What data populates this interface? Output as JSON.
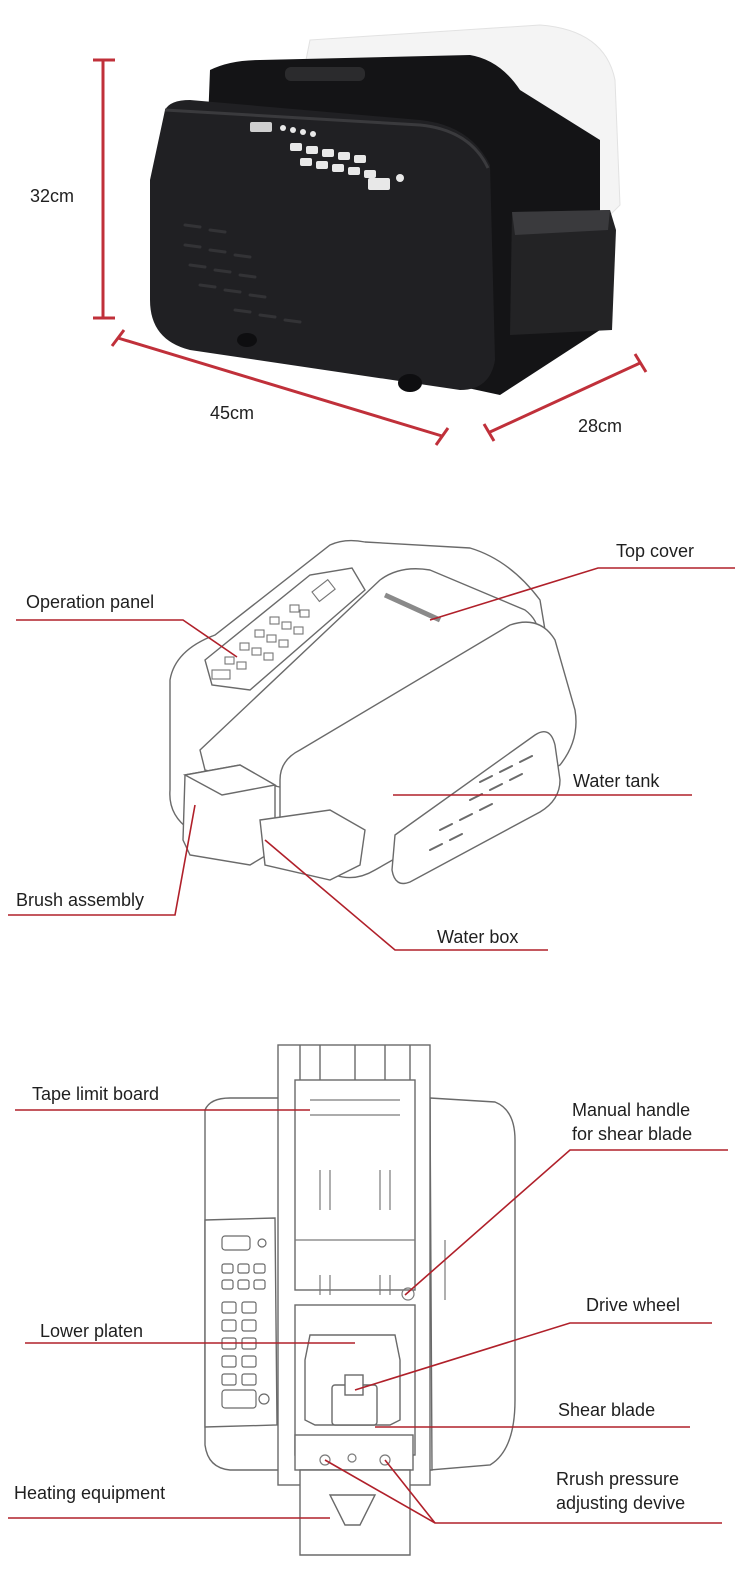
{
  "dimensions": {
    "height": "32cm",
    "length": "45cm",
    "depth": "28cm"
  },
  "side_view": {
    "labels": {
      "top_cover": "Top cover",
      "operation_panel": "Operation panel",
      "water_tank": "Water tank",
      "brush_assembly": "Brush assembly",
      "water_box": "Water box"
    }
  },
  "top_view": {
    "labels": {
      "tape_limit_board": "Tape limit board",
      "manual_handle": "Manual handle\nfor shear blade",
      "drive_wheel": "Drive wheel",
      "lower_platen": "Lower platen",
      "shear_blade": "Shear blade",
      "heating_equipment": "Heating equipment",
      "brush_pressure": "Rrush pressure\nadjusting devive"
    }
  },
  "colors": {
    "leader": "#b0202a",
    "machine_body": "#1c1c1e",
    "machine_outline": "#6a6a6a"
  }
}
